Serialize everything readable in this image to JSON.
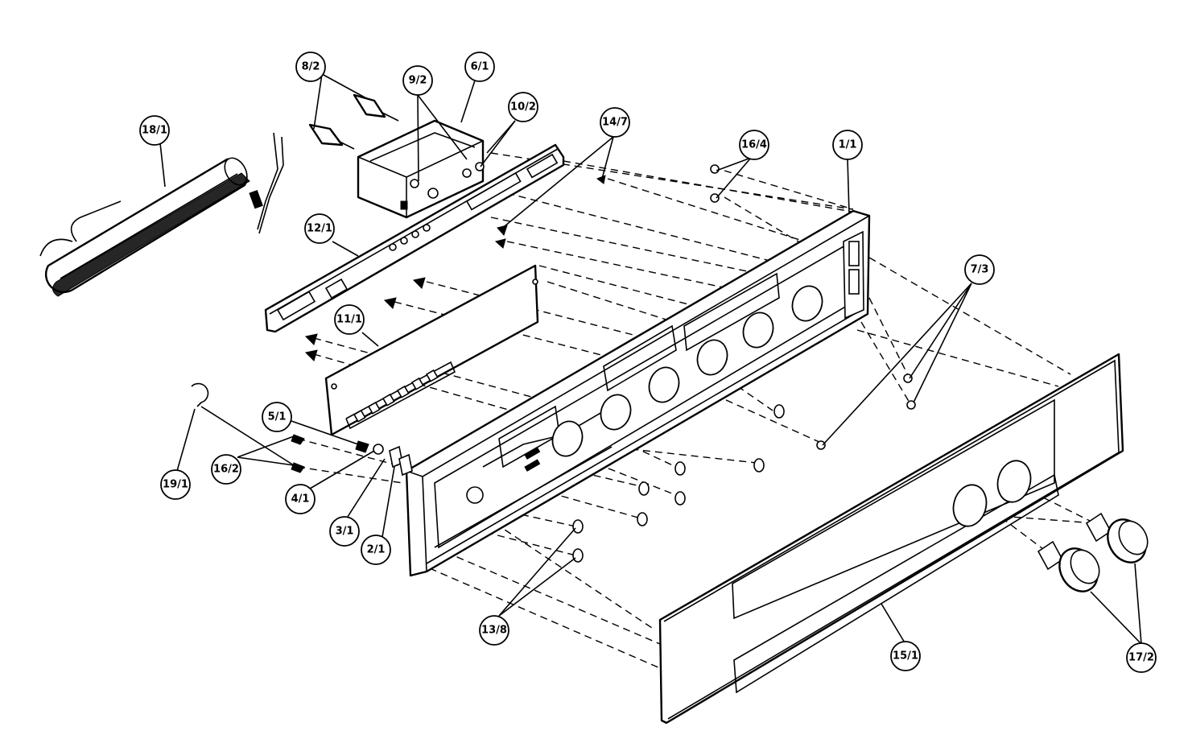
{
  "callouts": {
    "c1_1": "1/1",
    "c2_1": "2/1",
    "c3_1": "3/1",
    "c4_1": "4/1",
    "c5_1": "5/1",
    "c6_1": "6/1",
    "c7_3": "7/3",
    "c8_2": "8/2",
    "c9_2": "9/2",
    "c10_2": "10/2",
    "c11_1": "11/1",
    "c12_1": "12/1",
    "c13_8": "13/8",
    "c14_7": "14/7",
    "c15_1": "15/1",
    "c16_2": "16/2",
    "c16_4": "16/4",
    "c17_2": "17/2",
    "c18_1": "18/1",
    "c19_1": "19/1"
  }
}
